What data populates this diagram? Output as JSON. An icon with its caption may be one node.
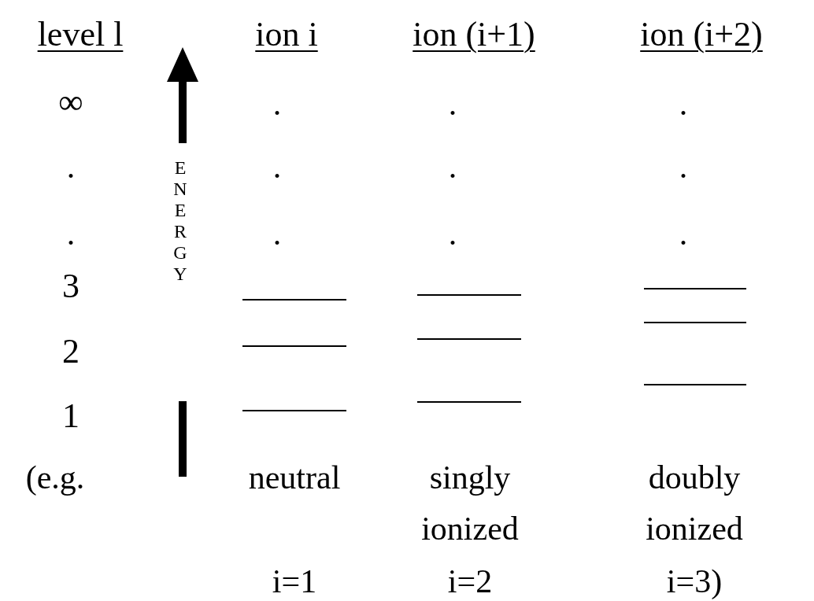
{
  "diagram": {
    "labels": [
      "level l",
      "ion i",
      "ion (i+1)",
      "ion (i+2)",
      "∞",
      ".",
      ".",
      "3",
      "2",
      "1",
      "(e.g.",
      "ENERGY",
      ".",
      ".",
      ".",
      "neutral",
      "i=1",
      ".",
      ".",
      ".",
      "singly ionized",
      "i=2",
      ".",
      ".",
      ".",
      "doubly ionized",
      "i=3)"
    ]
  }
}
